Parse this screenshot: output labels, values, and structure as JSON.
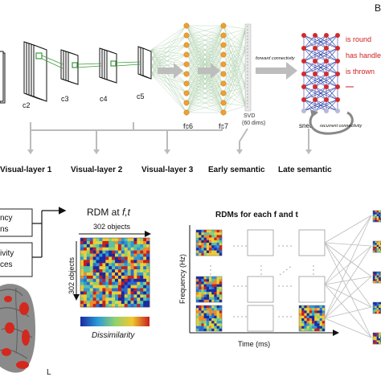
{
  "panel_letter": "B",
  "network": {
    "conv_layers": [
      "c2",
      "c3",
      "c4",
      "c5"
    ],
    "fc_layers": [
      "fc6",
      "fc7"
    ],
    "svd_label": "SVD",
    "svd_dims": "(60 dims)",
    "forward_label": "forward connectivity",
    "snet_label": "snet",
    "recurrent_label": "recurrent connectivity",
    "semantic_features": [
      "is round",
      "has handle",
      "is thrown"
    ]
  },
  "stage_labels": [
    "Visual-layer 1",
    "Visual-layer 2",
    "Visual-layer 3",
    "Early semantic",
    "Late semantic"
  ],
  "left_boxes": [
    "ncy",
    "ns",
    "ivity",
    "ces"
  ],
  "rdm": {
    "title_prefix": "RDM at ",
    "title_var": "f,t",
    "top_label": "302 objects",
    "side_label": "302 objects",
    "colorbar_label": "Dissimilarity"
  },
  "brain_hemisphere": "L",
  "rdm_grid": {
    "title": "RDMs for each f and t",
    "ylabel": "Frequency (Hz)",
    "xlabel": "Time (ms)"
  },
  "colors": {
    "node_orange": "#f0a030",
    "node_red": "#d42a2a",
    "node_blue": "#2a3fa8",
    "arrow_gray": "#bbbbbb",
    "edge_green": "#9cc69c"
  }
}
